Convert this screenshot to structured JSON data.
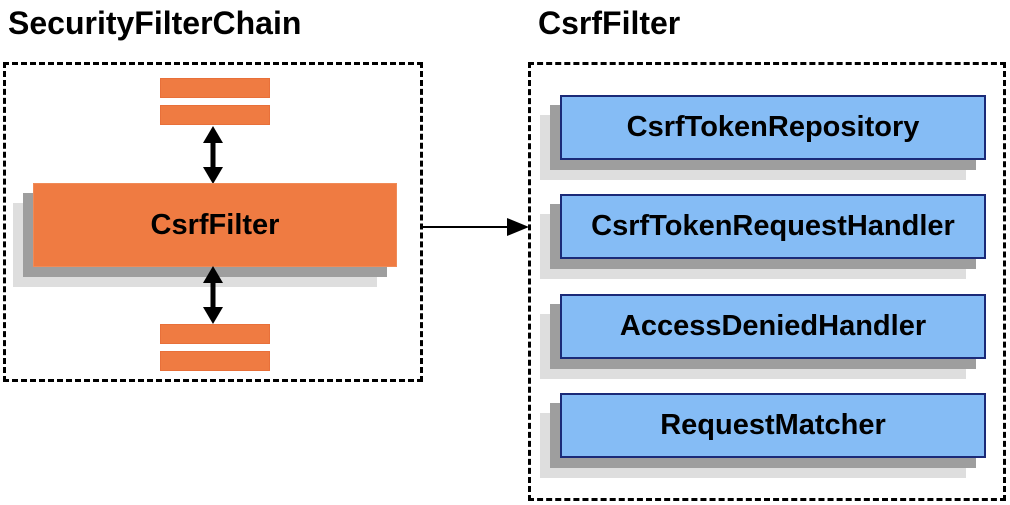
{
  "diagram": {
    "left": {
      "title": "SecurityFilterChain",
      "center_box_label": "CsrfFilter"
    },
    "right": {
      "title": "CsrfFilter",
      "boxes": [
        {
          "label": "CsrfTokenRepository"
        },
        {
          "label": "CsrfTokenRequestHandler"
        },
        {
          "label": "AccessDeniedHandler"
        },
        {
          "label": "RequestMatcher"
        }
      ]
    },
    "colors": {
      "orange_fill": "#EF7B42",
      "orange_border": "#E8703A",
      "blue_fill": "#85BCF5",
      "blue_border": "#1B2A78",
      "shadow_dark": "#9E9E9E",
      "shadow_light": "#DEDEDE",
      "dashed_border": "#000000",
      "arrow": "#000000",
      "text": "#000000",
      "background": "#FFFFFF"
    }
  }
}
